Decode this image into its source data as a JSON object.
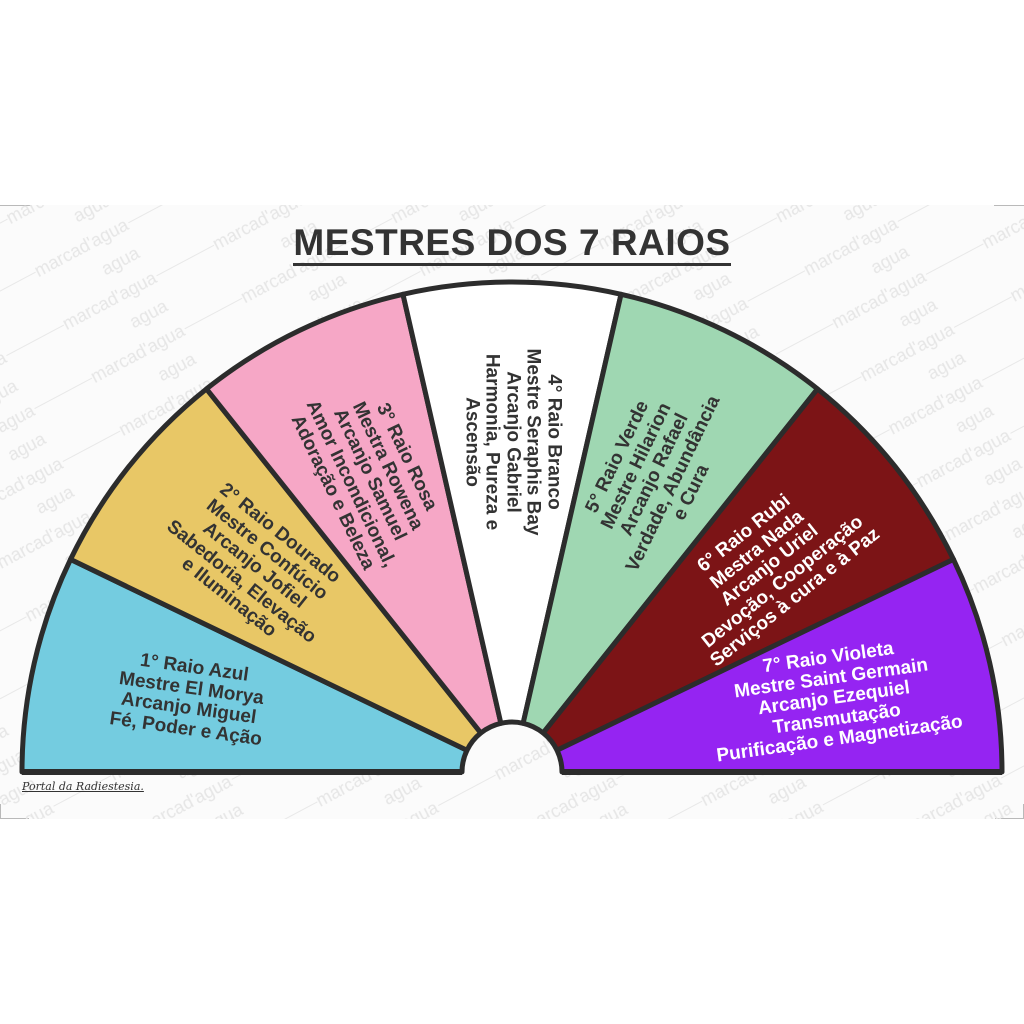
{
  "title": "MESTRES DOS 7 RAIOS",
  "footer": "Portal da Radiestesia.",
  "watermark_text": "marcad'agua",
  "rays": [
    {
      "id": 1,
      "color": "#74cce0",
      "text_color": "#333333",
      "lines": [
        "1° Raio Azul",
        "Mestre El Morya",
        "Arcanjo Miguel",
        "Fé, Poder e Ação"
      ]
    },
    {
      "id": 2,
      "color": "#e8c766",
      "text_color": "#333333",
      "lines": [
        "2° Raio Dourado",
        "Mestre Confúcio",
        "Arcanjo Jofiel",
        "Sabedoria, Elevação",
        "e Iluminação"
      ]
    },
    {
      "id": 3,
      "color": "#f6a7c6",
      "text_color": "#333333",
      "lines": [
        "3° Raio Rosa",
        "Mestra Rowena",
        "Arcanjo Samuel",
        "Amor Incondicional,",
        "Adoração e Beleza"
      ]
    },
    {
      "id": 4,
      "color": "#ffffff",
      "text_color": "#333333",
      "lines": [
        "4° Raio Branco",
        "Mestre Seraphis Bay",
        "Arcanjo Gabriel",
        "Harmonia, Pureza e",
        "Ascensão"
      ]
    },
    {
      "id": 5,
      "color": "#9fd7b2",
      "text_color": "#333333",
      "lines": [
        "5° Raio Verde",
        "Mestre Hilarion",
        "Arcanjo Rafael",
        "Verdade, Abundância",
        "e Cura"
      ]
    },
    {
      "id": 6,
      "color": "#7c1416",
      "text_color": "#ffffff",
      "lines": [
        "6° Raio Rubi",
        "Mestra Nada",
        "Arcanjo Uriel",
        "Devoção, Cooperação",
        "Serviços à cura e à Paz"
      ]
    },
    {
      "id": 7,
      "color": "#9524f2",
      "text_color": "#ffffff",
      "lines": [
        "7° Raio Violeta",
        "Mestre Saint Germain",
        "Arcanjo Ezequiel",
        "Transmutação",
        "Purificação e Magnetização"
      ]
    }
  ],
  "colors": {
    "outline": "#2c2c2c",
    "title": "#333333",
    "background": "#fbfbfb"
  }
}
